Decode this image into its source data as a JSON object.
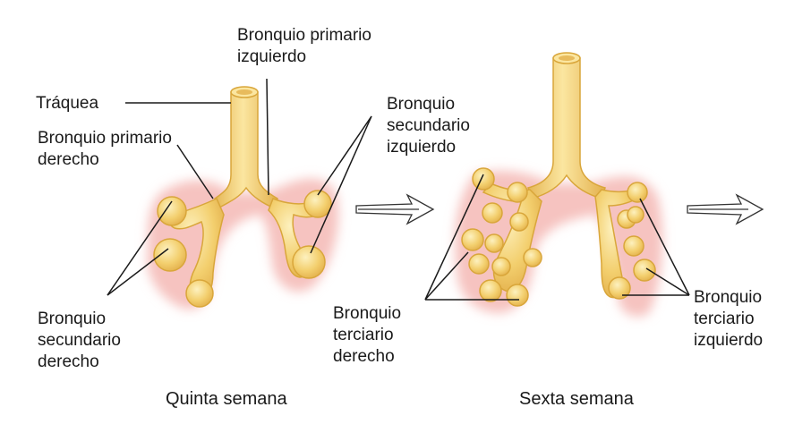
{
  "labels": {
    "traquea": "Tráquea",
    "bronquio_primario_derecho": [
      "Bronquio primario",
      "derecho"
    ],
    "bronquio_primario_izquierdo": [
      "Bronquio primario",
      "izquierdo"
    ],
    "bronquio_secundario_izquierdo": [
      "Bronquio",
      "secundario",
      "izquierdo"
    ],
    "bronquio_secundario_derecho": [
      "Bronquio",
      "secundario",
      "derecho"
    ],
    "bronquio_terciario_derecho": [
      "Bronquio",
      "terciario",
      "derecho"
    ],
    "bronquio_terciario_izquierdo": [
      "Bronquio",
      "terciario",
      "izquierdo"
    ]
  },
  "captions": {
    "left": "Quinta semana",
    "right": "Sexta semana"
  },
  "colors": {
    "bronchus_fill": "#f3cf6e",
    "bronchus_highlight": "#fbeaa8",
    "bronchus_outline": "#d9a63a",
    "mesenchyme": "#f6c3c0",
    "mesenchyme_edge": "#eea8a6",
    "leader_line": "#1a1a1a",
    "arrow_outline": "#333333"
  }
}
